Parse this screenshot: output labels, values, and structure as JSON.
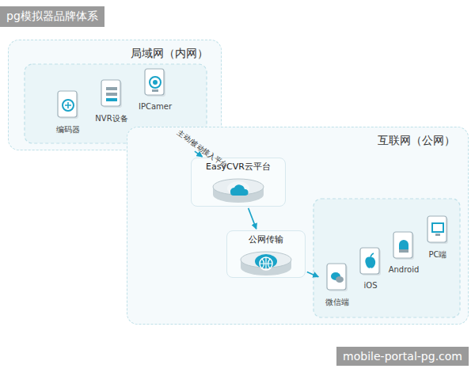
{
  "diagram": {
    "nodes": [
      {
        "text": [
          "局域网（内网）"
        ]
      },
      {
        "text": [
          "编码器"
        ],
        "in": 0
      },
      {
        "text": [
          "NVR设备"
        ],
        "in": 0
      },
      {
        "text": [
          "IPCamer"
        ],
        "in": 0
      },
      {
        "text": [
          "互联网（公网）"
        ]
      },
      {
        "text": [
          "EasyCVR云平台"
        ],
        "in": 4
      },
      {
        "text": [
          "公网传输"
        ],
        "in": 4
      },
      {
        "text": [
          "微信端"
        ],
        "in": 4
      },
      {
        "text": [
          "iOS"
        ],
        "in": 4
      },
      {
        "text": [
          "Android"
        ],
        "in": 4
      },
      {
        "text": [
          "PC端"
        ],
        "in": 4
      }
    ],
    "edges": [
      {
        "from": 0,
        "to": 5,
        "label": "主动/被动接入平台",
        "arrow": "to"
      },
      {
        "from": 5,
        "to": 6,
        "arrow": "to"
      },
      {
        "from": 6,
        "to": 7,
        "arrow": "to"
      }
    ],
    "labels": [
      "pg模拟器品牌体系",
      "mobile-portal-pg.com"
    ]
  }
}
